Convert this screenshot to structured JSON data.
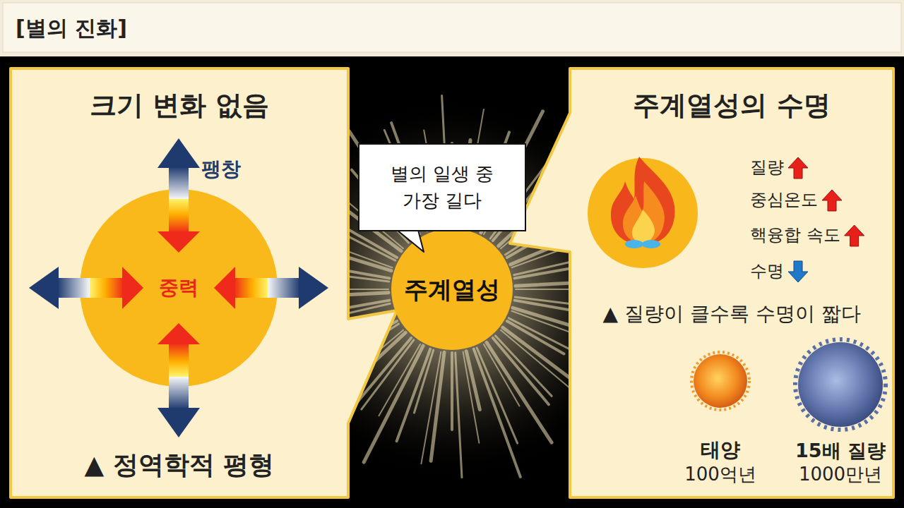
{
  "diagram": {
    "title": "[별의 진화]",
    "nodes": [
      {
        "text": [
          "크기 변화 없음",
          "▲ 정역학적 평형"
        ]
      },
      {
        "text": [
          "중력"
        ],
        "in": 0
      },
      {
        "text": [
          "주계열성"
        ]
      },
      {
        "text": [
          "별의 일생 중 가장 길다"
        ]
      },
      {
        "text": [
          "주계열성의 수명",
          "▲ 질량이 클수록 수명이 짧다"
        ]
      },
      {
        "text": [
          "태양",
          "100억년"
        ],
        "in": 4
      },
      {
        "text": [
          "15배 질량",
          "1000만년"
        ],
        "in": 4
      }
    ],
    "labels": [
      "팽창",
      "질량",
      "중심온도",
      "핵융합 속도",
      "수명"
    ]
  }
}
